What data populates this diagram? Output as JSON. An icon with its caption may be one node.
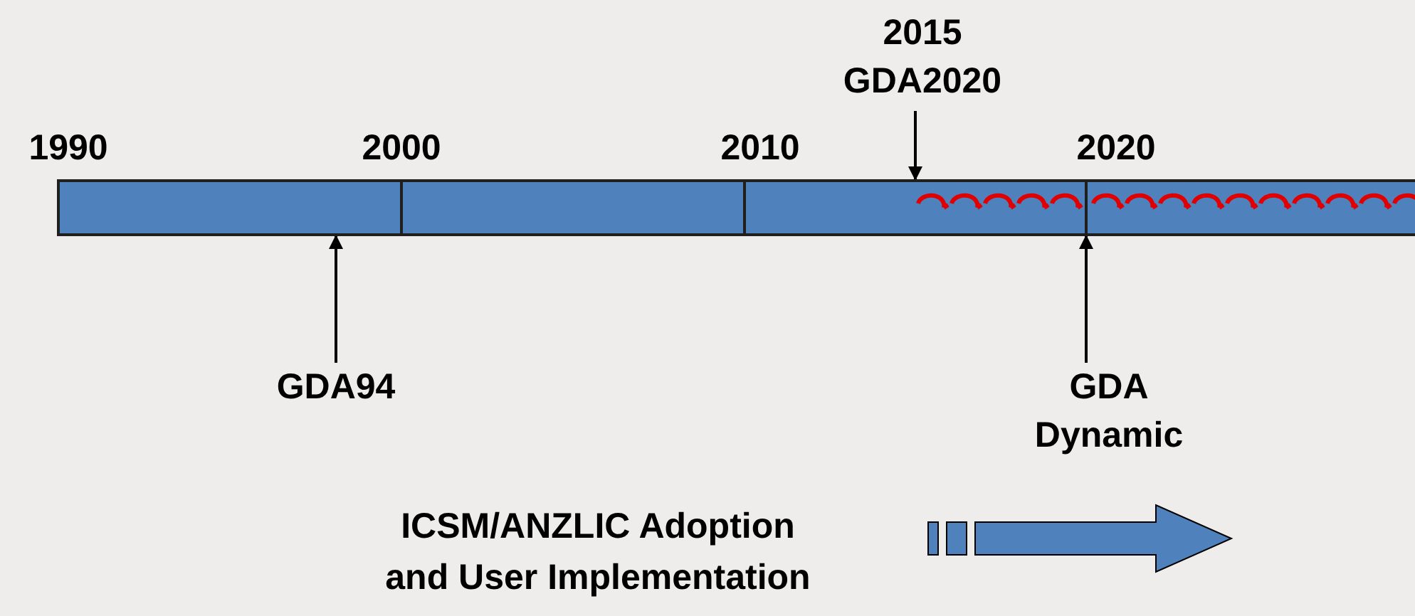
{
  "diagram": {
    "nodes": [
      {
        "text": [
          "2015",
          "GDA2020"
        ]
      },
      {
        "text": [],
        "shape": "bar"
      },
      {
        "text": [
          "GDA94"
        ]
      },
      {
        "text": [
          "GDA Dynamic"
        ]
      }
    ],
    "edges": [
      {
        "from": 0,
        "to": 1,
        "arrow": "to"
      },
      {
        "from": 2,
        "to": 1,
        "arrow": "to"
      },
      {
        "from": 3,
        "to": 1,
        "arrow": "to"
      }
    ],
    "labels": [
      "1990",
      "2000",
      "2010",
      "2020",
      "ICSM/ANZLIC Adoption and User Implementation"
    ]
  }
}
